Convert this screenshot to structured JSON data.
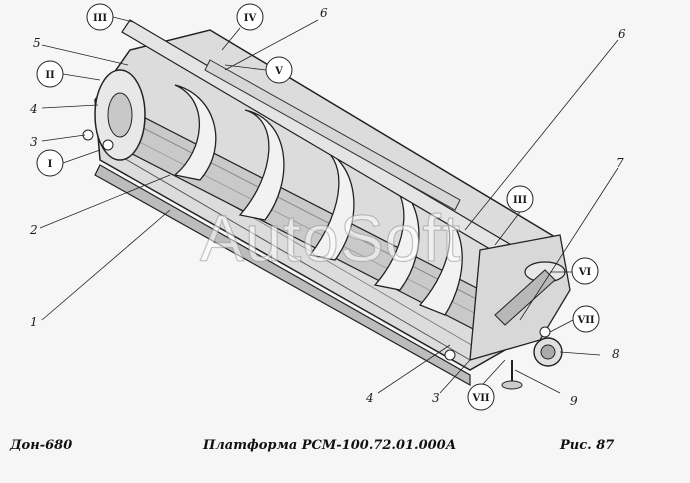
{
  "footer": {
    "left": "Дон-680",
    "center": "Платформа РСМ-100.72.01.000А",
    "right": "Рис.  87"
  },
  "watermark": "AutoSoft",
  "callouts": {
    "c1": "1",
    "c2": "2",
    "c3a": "3",
    "c3b": "3",
    "c4a": "4",
    "c4b": "4",
    "c5": "5",
    "c6a": "6",
    "c6b": "6",
    "c7": "7",
    "c8": "8",
    "c9": "9"
  },
  "roman": {
    "r1": "I",
    "r2": "II",
    "r3a": "III",
    "r3b": "III",
    "r4": "IV",
    "r5": "V",
    "r6": "VI",
    "r7a": "VII",
    "r7b": "VII"
  }
}
